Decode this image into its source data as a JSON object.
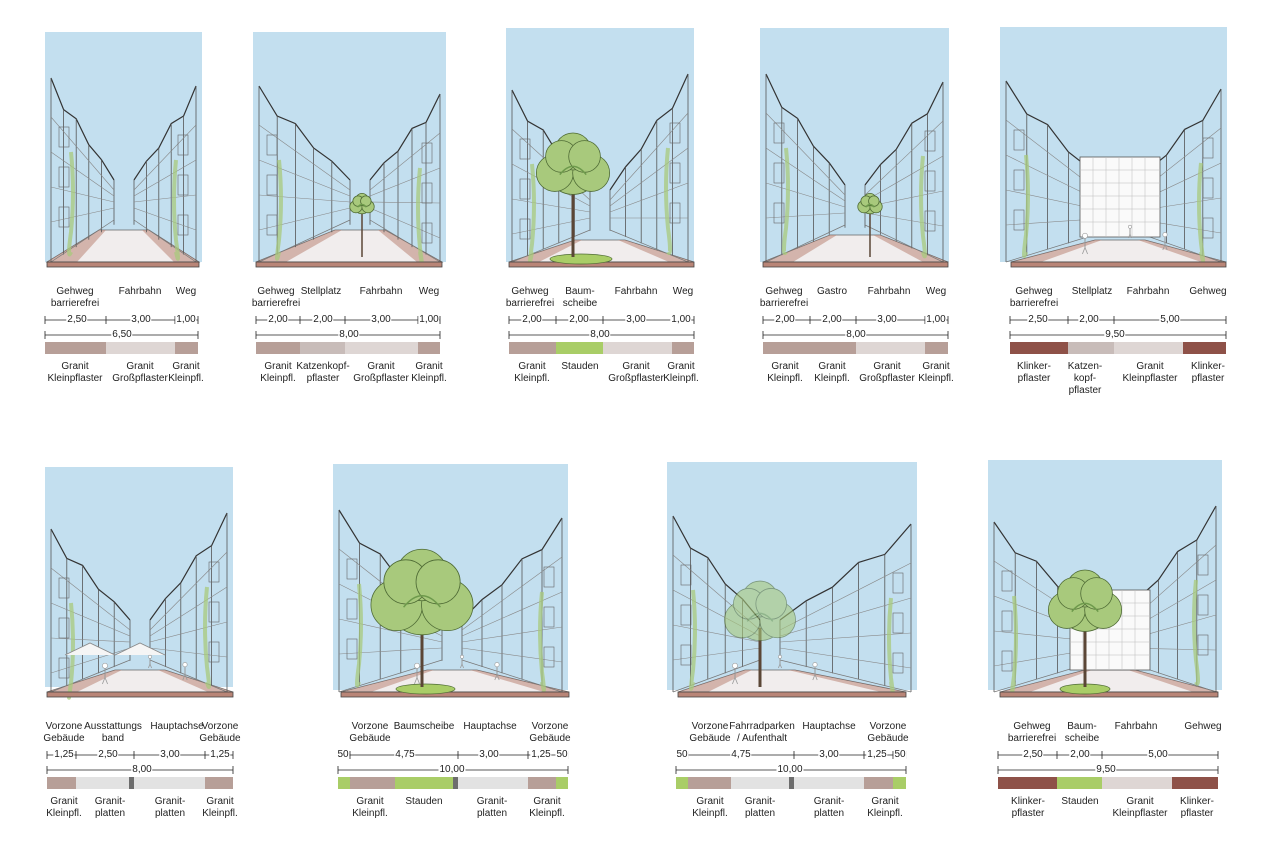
{
  "colors": {
    "sky": "#c3dfef",
    "granit_kleinpflaster": "#b79f98",
    "granit_grosspflaster": "#ded6d4",
    "katzenkopfpflaster": "#c8bcb9",
    "granitplatten": "#e2e2e2",
    "klinkerpflaster": "#8e5148",
    "stauden": "#a9cd67",
    "ausstattung": "#6d6d6d",
    "tree_canopy": "#a8c97c",
    "tree_dark": "#6e9a4c",
    "ground": "#b98577"
  },
  "panels": [
    {
      "zones": [
        "Gehweg\nbarrierefrei",
        "Fahrbahn",
        "Weg"
      ],
      "widths": [
        "2,50",
        "3,00",
        "1,00"
      ],
      "total": "6,50",
      "materials": [
        "Granit\nKleinpflaster",
        "Granit\nGroßpflaster",
        "Granit\nKleinpfl."
      ]
    },
    {
      "zones": [
        "Gehweg\nbarrierefrei",
        "Stellplatz",
        "Fahrbahn",
        "Weg"
      ],
      "widths": [
        "2,00",
        "2,00",
        "3,00",
        "1,00"
      ],
      "total": "8,00",
      "materials": [
        "Granit\nKleinpfl.",
        "Katzenkopf-\npflaster",
        "Granit\nGroßpflaster",
        "Granit\nKleinpfl."
      ]
    },
    {
      "zones": [
        "Gehweg\nbarrierefrei",
        "Baum-\nscheibe",
        "Fahrbahn",
        "Weg"
      ],
      "widths": [
        "2,00",
        "2,00",
        "3,00",
        "1,00"
      ],
      "total": "8,00",
      "materials": [
        "Granit\nKleinpfl.",
        "Stauden",
        "Granit\nGroßpflaster",
        "Granit\nKleinpfl."
      ]
    },
    {
      "zones": [
        "Gehweg\nbarrierefrei",
        "Gastro",
        "Fahrbahn",
        "Weg"
      ],
      "widths": [
        "2,00",
        "2,00",
        "3,00",
        "1,00"
      ],
      "total": "8,00",
      "materials": [
        "Granit\nKleinpfl.",
        "Granit\nKleinpfl.",
        "Granit\nGroßpflaster",
        "Granit\nKleinpfl."
      ]
    },
    {
      "zones": [
        "Gehweg\nbarrierefrei",
        "Stellplatz",
        "Fahrbahn",
        "Gehweg"
      ],
      "widths": [
        "2,50",
        "2,00",
        "5,00"
      ],
      "total": "9,50",
      "materials": [
        "Klinker-\npflaster",
        "Katzen-\nkopf-\npflaster",
        "Granit\nKleinpflaster",
        "Klinker-\npflaster"
      ]
    },
    {
      "zones": [
        "Vorzone\nGebäude",
        "Ausstattungs\nband",
        "Hauptachse",
        "Vorzone\nGebäude"
      ],
      "widths": [
        "1,25",
        "2,50",
        "3,00",
        "1,25"
      ],
      "total": "8,00",
      "materials": [
        "Granit\nKleinpfl.",
        "Granit-\nplatten",
        "Granit-\nplatten",
        "Granit\nKleinpfl."
      ]
    },
    {
      "zones": [
        "Vorzone\nGebäude",
        "Baumscheibe",
        "Hauptachse",
        "Vorzone\nGebäude"
      ],
      "widths": [
        "50",
        "4,75",
        "3,00",
        "1,25",
        "50"
      ],
      "total": "10,00",
      "materials": [
        "Granit\nKleinpfl.",
        "Stauden",
        "Granit-\nplatten",
        "Granit\nKleinpfl."
      ]
    },
    {
      "zones": [
        "Vorzone\nGebäude",
        "Fahrradparken\n/ Aufenthalt",
        "Hauptachse",
        "Vorzone\nGebäude"
      ],
      "widths": [
        "50",
        "4,75",
        "3,00",
        "1,25",
        "50"
      ],
      "total": "10,00",
      "materials": [
        "Granit\nKleinpfl.",
        "Granit-\nplatten",
        "Granit-\nplatten",
        "Granit\nKleinpfl."
      ]
    },
    {
      "zones": [
        "Gehweg\nbarrierefrei",
        "Baum-\nscheibe",
        "Fahrbahn",
        "Gehweg"
      ],
      "widths": [
        "2,50",
        "2,00",
        "5,00"
      ],
      "total": "9,50",
      "materials": [
        "Klinker-\npflaster",
        "Stauden",
        "Granit\nKleinpflaster",
        "Klinker-\npflaster"
      ]
    }
  ]
}
